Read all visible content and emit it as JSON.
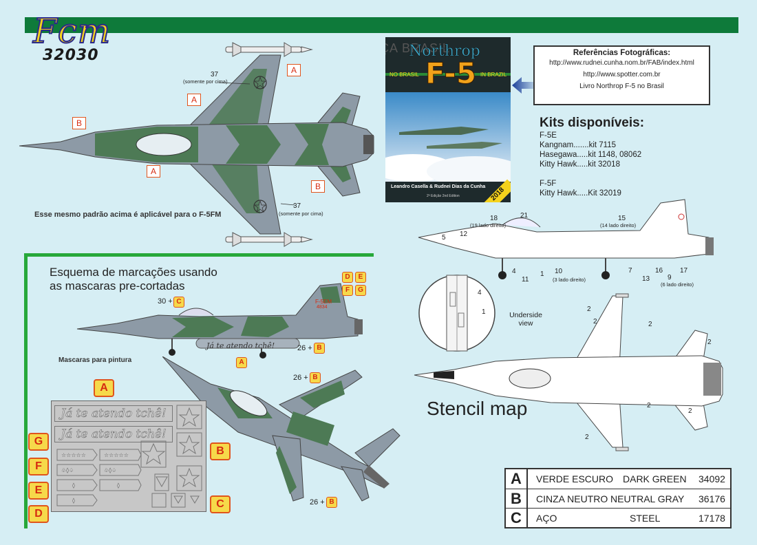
{
  "logo": {
    "brand": "Fcm",
    "code": "32030"
  },
  "top_view": {
    "label_37_top": "37",
    "label_37_top_note": "(somente por cima)",
    "label_37_bottom": "37",
    "label_37_bottom_note": "(somente por cima)",
    "badge_a1": "A",
    "badge_a2": "A",
    "badge_a3": "A",
    "badge_b1": "B",
    "badge_b2": "B",
    "note": "Esse mesmo padrão acima é aplicável para o F-5FM"
  },
  "book_cover": {
    "title_top": "Northrop",
    "title_main": "F-5",
    "subtitle_left": "NO BRASIL",
    "subtitle_right": "IN BRAZIL",
    "authors": "Leandro Casella & Rudnei Dias da Cunha",
    "year_banner": "2018",
    "edition": "2ª Edição 2nd Edition",
    "bg_text": "ÇA BRASIL"
  },
  "references": {
    "title": "Referências Fotográficas:",
    "lines": [
      "http://www.rudnei.cunha.nom.br/FAB/index.html",
      "http://www.spotter.com.br",
      "Livro Northrop F-5 no Brasil"
    ]
  },
  "kits": {
    "title": "Kits disponíveis:",
    "lines": [
      "F-5E",
      "Kangnam.......kit 7115",
      "Hasegawa.....kit 1148, 08062",
      "Kitty Hawk.....kit 32018",
      "",
      "F-5F",
      "Kitty Hawk.....Kit 32019"
    ]
  },
  "markings": {
    "title_line1": "Esquema de marcações usando",
    "title_line2": "as mascaras pre-cortadas",
    "label_30c_num": "30 +",
    "label_30c_badge": "C",
    "label_26b_1_num": "26 +",
    "label_26b_1_badge": "B",
    "label_26b_2_num": "26 +",
    "label_26b_2_badge": "B",
    "label_26b_3_num": "26 +",
    "label_26b_3_badge": "B",
    "badge_a": "A",
    "badge_d": "D",
    "badge_e": "E",
    "badge_f": "F",
    "badge_g": "G",
    "tail_code": "F-5EM",
    "tail_num": "4834",
    "fuselage_text": "Já te atendo tchê!"
  },
  "masks": {
    "title": "Mascaras para pintura",
    "phrase1": "Já te atendo tchê!",
    "phrase2": "Já te atendo tchê!",
    "badges": [
      "A",
      "B",
      "C",
      "D",
      "E",
      "F",
      "G"
    ]
  },
  "stencil": {
    "title": "Stencil map",
    "underside_label": "Underside view",
    "numbers": {
      "n18": "18",
      "n18_note": "(19 lado direito)",
      "n21": "21",
      "n15": "15",
      "n15_note": "(14 lado direito)",
      "n5": "5",
      "n12": "12",
      "n4": "4",
      "n11": "11",
      "n1": "1",
      "n10": "10",
      "n10_note": "(3 lado direito)",
      "n7": "7",
      "n13": "13",
      "n16": "16",
      "n9": "9",
      "n9_note": "(6 lado direito)",
      "n17": "17",
      "u4": "4",
      "u1": "1",
      "t2a": "2",
      "t2b": "2",
      "t2c": "2",
      "t2d": "2",
      "t2e": "2",
      "t2f": "2",
      "t2g": "2"
    }
  },
  "legend": {
    "rows": [
      {
        "letter": "A",
        "pt": "VERDE ESCURO",
        "en": "DARK GREEN",
        "code": "34092"
      },
      {
        "letter": "B",
        "pt": "CINZA NEUTRO",
        "en": "NEUTRAL GRAY",
        "code": "36176"
      },
      {
        "letter": "C",
        "pt": "AÇO",
        "en": "STEEL",
        "code": "17178"
      }
    ]
  },
  "colors": {
    "dark_green": "#4d7a55",
    "neutral_gray": "#8d9aa6",
    "steel": "#9aa0a4",
    "accent_green": "#0e7a3a",
    "badge_fill": "#f6d94a",
    "badge_border": "#e0541c"
  }
}
